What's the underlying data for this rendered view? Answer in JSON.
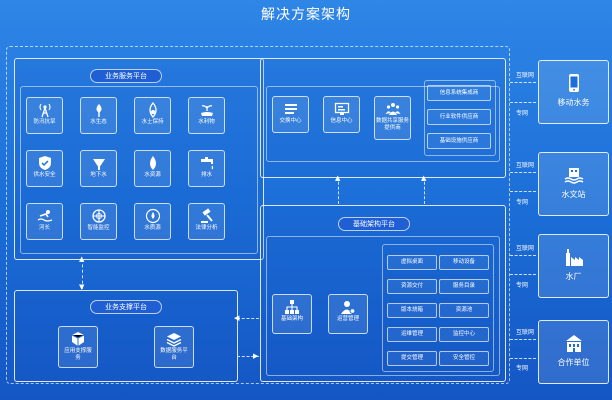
{
  "title": "解决方案架构",
  "business_service": {
    "title": "业务服务平台",
    "tiles": [
      {
        "label": "防汛抗旱",
        "icon": "signal-tower-icon"
      },
      {
        "label": "水生态",
        "icon": "water-drop-leaf-icon"
      },
      {
        "label": "水土保持",
        "icon": "soil-drop-icon"
      },
      {
        "label": "水利物",
        "icon": "hand-plant-icon"
      },
      {
        "label": "供水安全",
        "icon": "shield-check-icon"
      },
      {
        "label": "地下水",
        "icon": "groundwater-icon"
      },
      {
        "label": "水资源",
        "icon": "water-drop-icon"
      },
      {
        "label": "排水",
        "icon": "faucet-icon"
      },
      {
        "label": "河长",
        "icon": "swimmer-icon"
      },
      {
        "label": "智能监控",
        "icon": "target-grid-icon"
      },
      {
        "label": "水质源",
        "icon": "water-quality-icon"
      },
      {
        "label": "法律分析",
        "icon": "gavel-icon"
      }
    ]
  },
  "top_right": {
    "tiles": [
      {
        "label": "交换中心",
        "icon": "list-doc-icon"
      },
      {
        "label": "信息中心",
        "icon": "monitor-info-icon"
      },
      {
        "label": "数据共享服务提供商",
        "icon": "people-group-icon"
      }
    ],
    "items": [
      "信息系统集成商",
      "行业软件供应商",
      "基础设施供应商"
    ]
  },
  "support": {
    "title": "业务支撑平台",
    "tiles": [
      {
        "label": "应用支撑服务",
        "icon": "cube-icon"
      },
      {
        "label": "数据服务平台",
        "icon": "layers-icon"
      }
    ]
  },
  "infra": {
    "title": "基础架构平台",
    "tiles": [
      {
        "label": "基础架构",
        "icon": "hierarchy-icon"
      },
      {
        "label": "运营管理",
        "icon": "user-gear-icon"
      }
    ],
    "items": [
      "虚拟桌面",
      "移动设备",
      "资源交付",
      "服务目录",
      "版本烧箱",
      "资源池",
      "运维管理",
      "监控中心",
      "提交管理",
      "安全管控"
    ]
  },
  "externals": [
    {
      "label": "移动水务",
      "icon": "mobile-phone-icon",
      "links": [
        "互联网",
        "专网"
      ]
    },
    {
      "label": "水文站",
      "icon": "water-station-icon",
      "links": [
        "互联网",
        "专网"
      ]
    },
    {
      "label": "水厂",
      "icon": "factory-icon",
      "links": [
        "互联网",
        "专网"
      ]
    },
    {
      "label": "合作单位",
      "icon": "building-icon",
      "links": [
        "互联网",
        "专网"
      ]
    }
  ]
}
